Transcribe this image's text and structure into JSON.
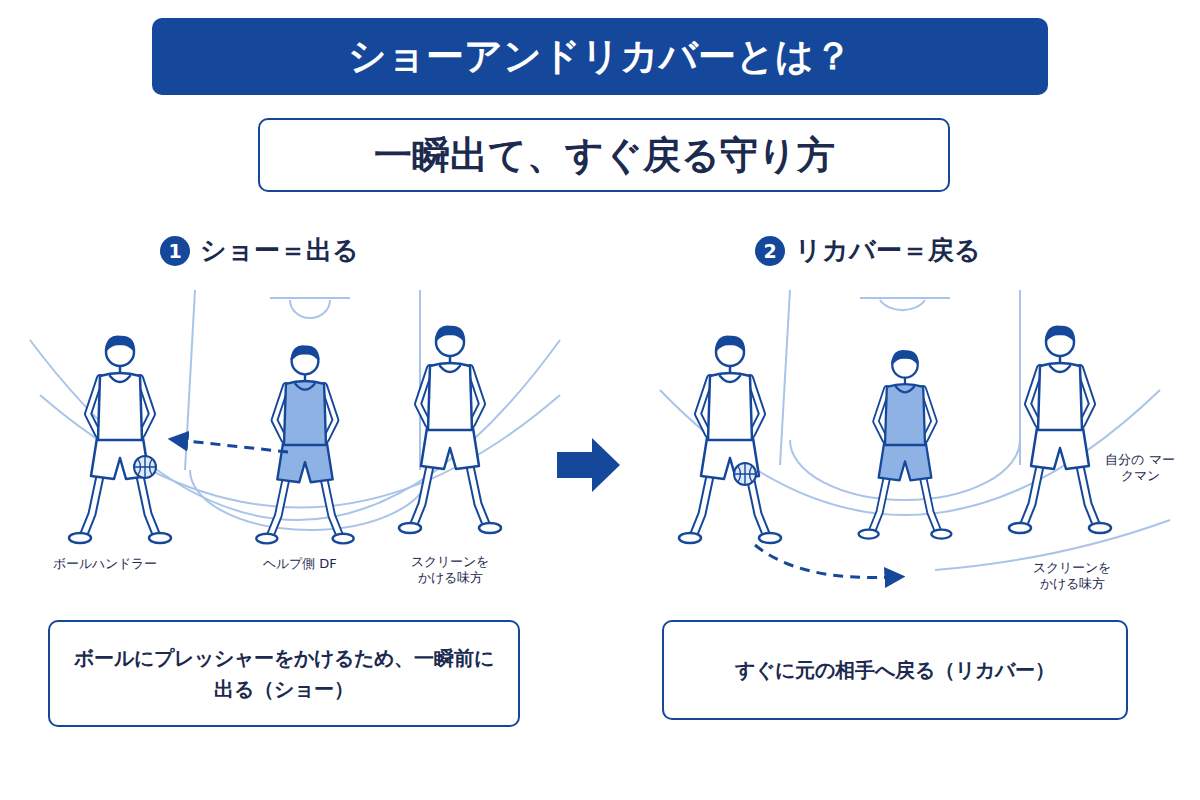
{
  "diagram": {
    "title": "ショーアンドリカバーとは？",
    "nodes": [
      {
        "text": [
          "一瞬出て、すぐ戻る守り方"
        ]
      },
      {
        "text": [
          "1",
          "ショー＝出る"
        ]
      },
      {
        "text": [
          "2",
          "リカバー＝戻る"
        ]
      },
      {
        "text": [
          "ボールにプレッシャーをかけるため、一瞬前に出る（ショー）"
        ]
      },
      {
        "text": [
          "すぐに元の相手へ戻る（リカバー）"
        ]
      }
    ],
    "labels": [
      "ボールハンドラー",
      "ヘルプ側 DF",
      "スクリーンを かける味方",
      "自分の マークマン",
      "スクリーンを かける味方"
    ]
  }
}
